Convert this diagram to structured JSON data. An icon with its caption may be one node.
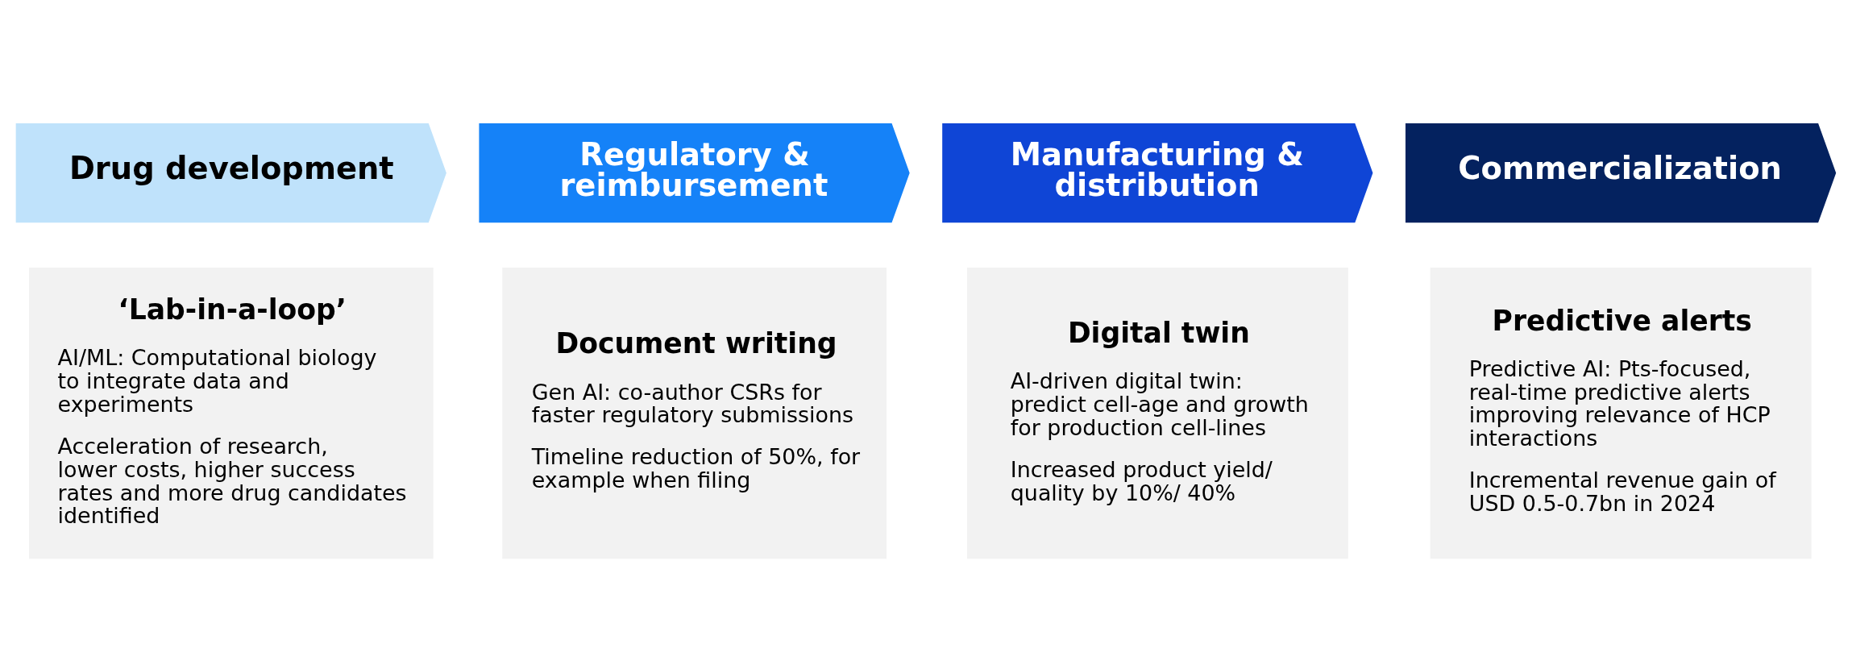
{
  "diagram": {
    "nodes": [
      {
        "text": [
          "Drug development"
        ]
      },
      {
        "text": [
          "Regulatory & reimbursement"
        ]
      },
      {
        "text": [
          "Manufacturing & distribution"
        ]
      },
      {
        "text": [
          "Commercialization"
        ]
      },
      {
        "text": [
          "‘Lab-in-a-loop’",
          "AI/ML: Computational biology to integrate data and experiments",
          "Acceleration of research, lower costs, higher success rates and more drug candidates identified"
        ]
      },
      {
        "text": [
          "Document writing",
          "Gen AI: co-author CSRs for faster regulatory submissions",
          "Timeline reduction of 50%, for example when filing"
        ]
      },
      {
        "text": [
          "Digital twin",
          "AI-driven digital twin: predict cell-age and growth for production cell-lines",
          "Increased product yield/ quality by 10%/ 40%"
        ]
      },
      {
        "text": [
          "Predictive alerts",
          "Predictive AI: Pts-focused, real-time predictive alerts improving relevance of HCP interactions",
          "Incremental revenue gain of USD 0.5-0.7bn in 2024"
        ]
      }
    ],
    "edges": []
  }
}
